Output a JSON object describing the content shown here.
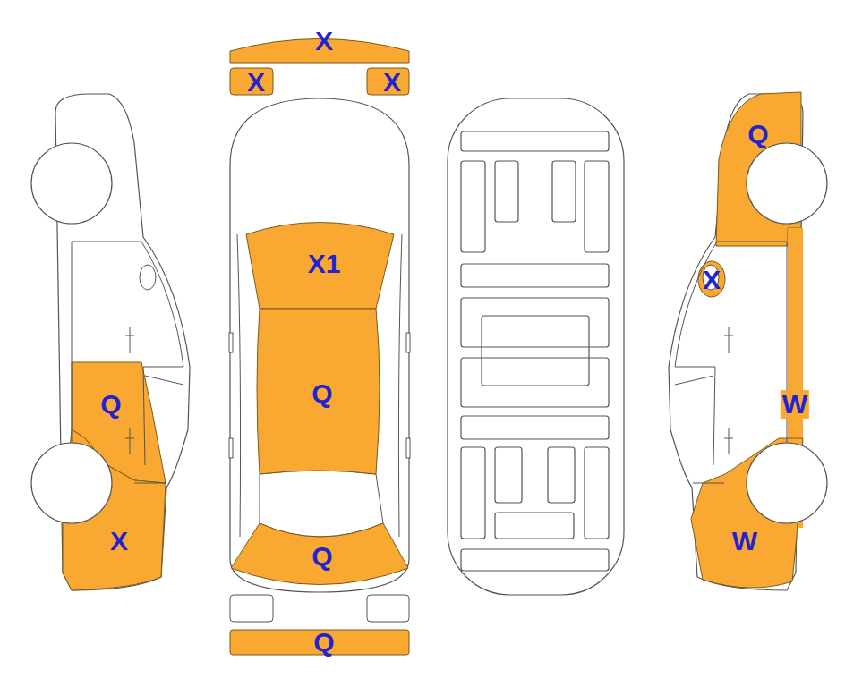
{
  "diagram": {
    "nodes": [
      {
        "text": [
          "X"
        ]
      },
      {
        "text": [
          "X"
        ]
      },
      {
        "text": [
          "X"
        ]
      },
      {
        "text": [
          "Q"
        ]
      },
      {
        "text": [
          "X"
        ]
      },
      {
        "text": [
          "X1"
        ]
      },
      {
        "text": [
          "Q"
        ]
      },
      {
        "text": [
          "Q"
        ]
      },
      {
        "text": [
          "Q"
        ]
      },
      {
        "text": [
          "Q"
        ]
      },
      {
        "text": [
          "X"
        ]
      },
      {
        "text": [
          "W"
        ]
      },
      {
        "text": [
          "W"
        ]
      }
    ]
  }
}
